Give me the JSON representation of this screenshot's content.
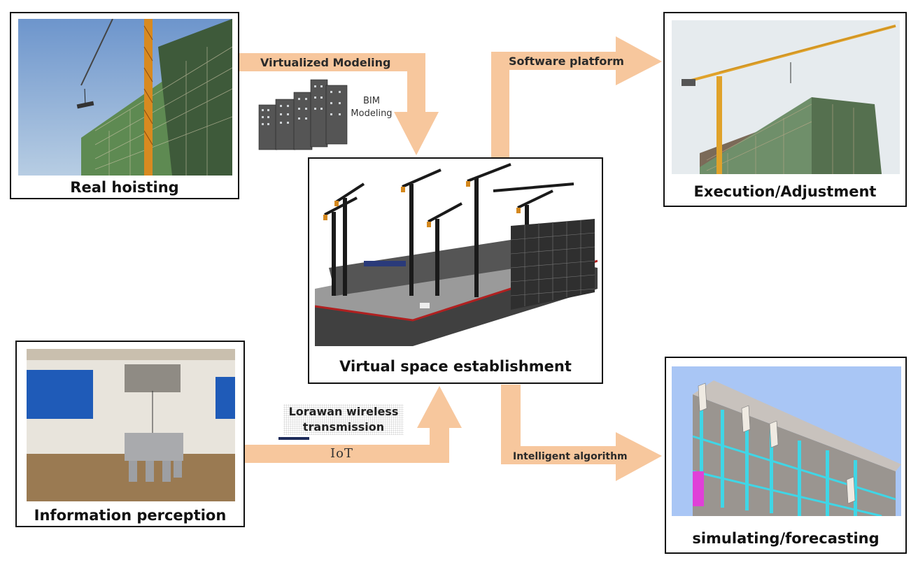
{
  "nodes": {
    "real_hoisting": {
      "caption": "Real hoisting"
    },
    "execution": {
      "caption": "Execution/Adjustment"
    },
    "virtual_space": {
      "caption": "Virtual space establishment"
    },
    "info_perception": {
      "caption": "Information perception"
    },
    "simulating": {
      "caption": "simulating/forecasting"
    }
  },
  "arrows": {
    "virtualized_modeling": "Virtualized Modeling",
    "software_platform": "Software platform",
    "intelligent_algorithm": "Intelligent algorithm",
    "iot": "IoT"
  },
  "annotations": {
    "bim_line1": "BIM",
    "bim_line2": "Modeling",
    "lorawan_line1": "Lorawan wireless",
    "lorawan_line2": "transmission"
  },
  "colors": {
    "arrow_fill": "#f7c79d",
    "box_border": "#111111",
    "sky": "#8fb3d9",
    "scaffold_green": "#5e8a52",
    "crane_orange": "#e0a22a",
    "model_sky": "#a9c6f5",
    "model_cyan": "#3fd6e6",
    "model_magenta": "#e040d8"
  }
}
